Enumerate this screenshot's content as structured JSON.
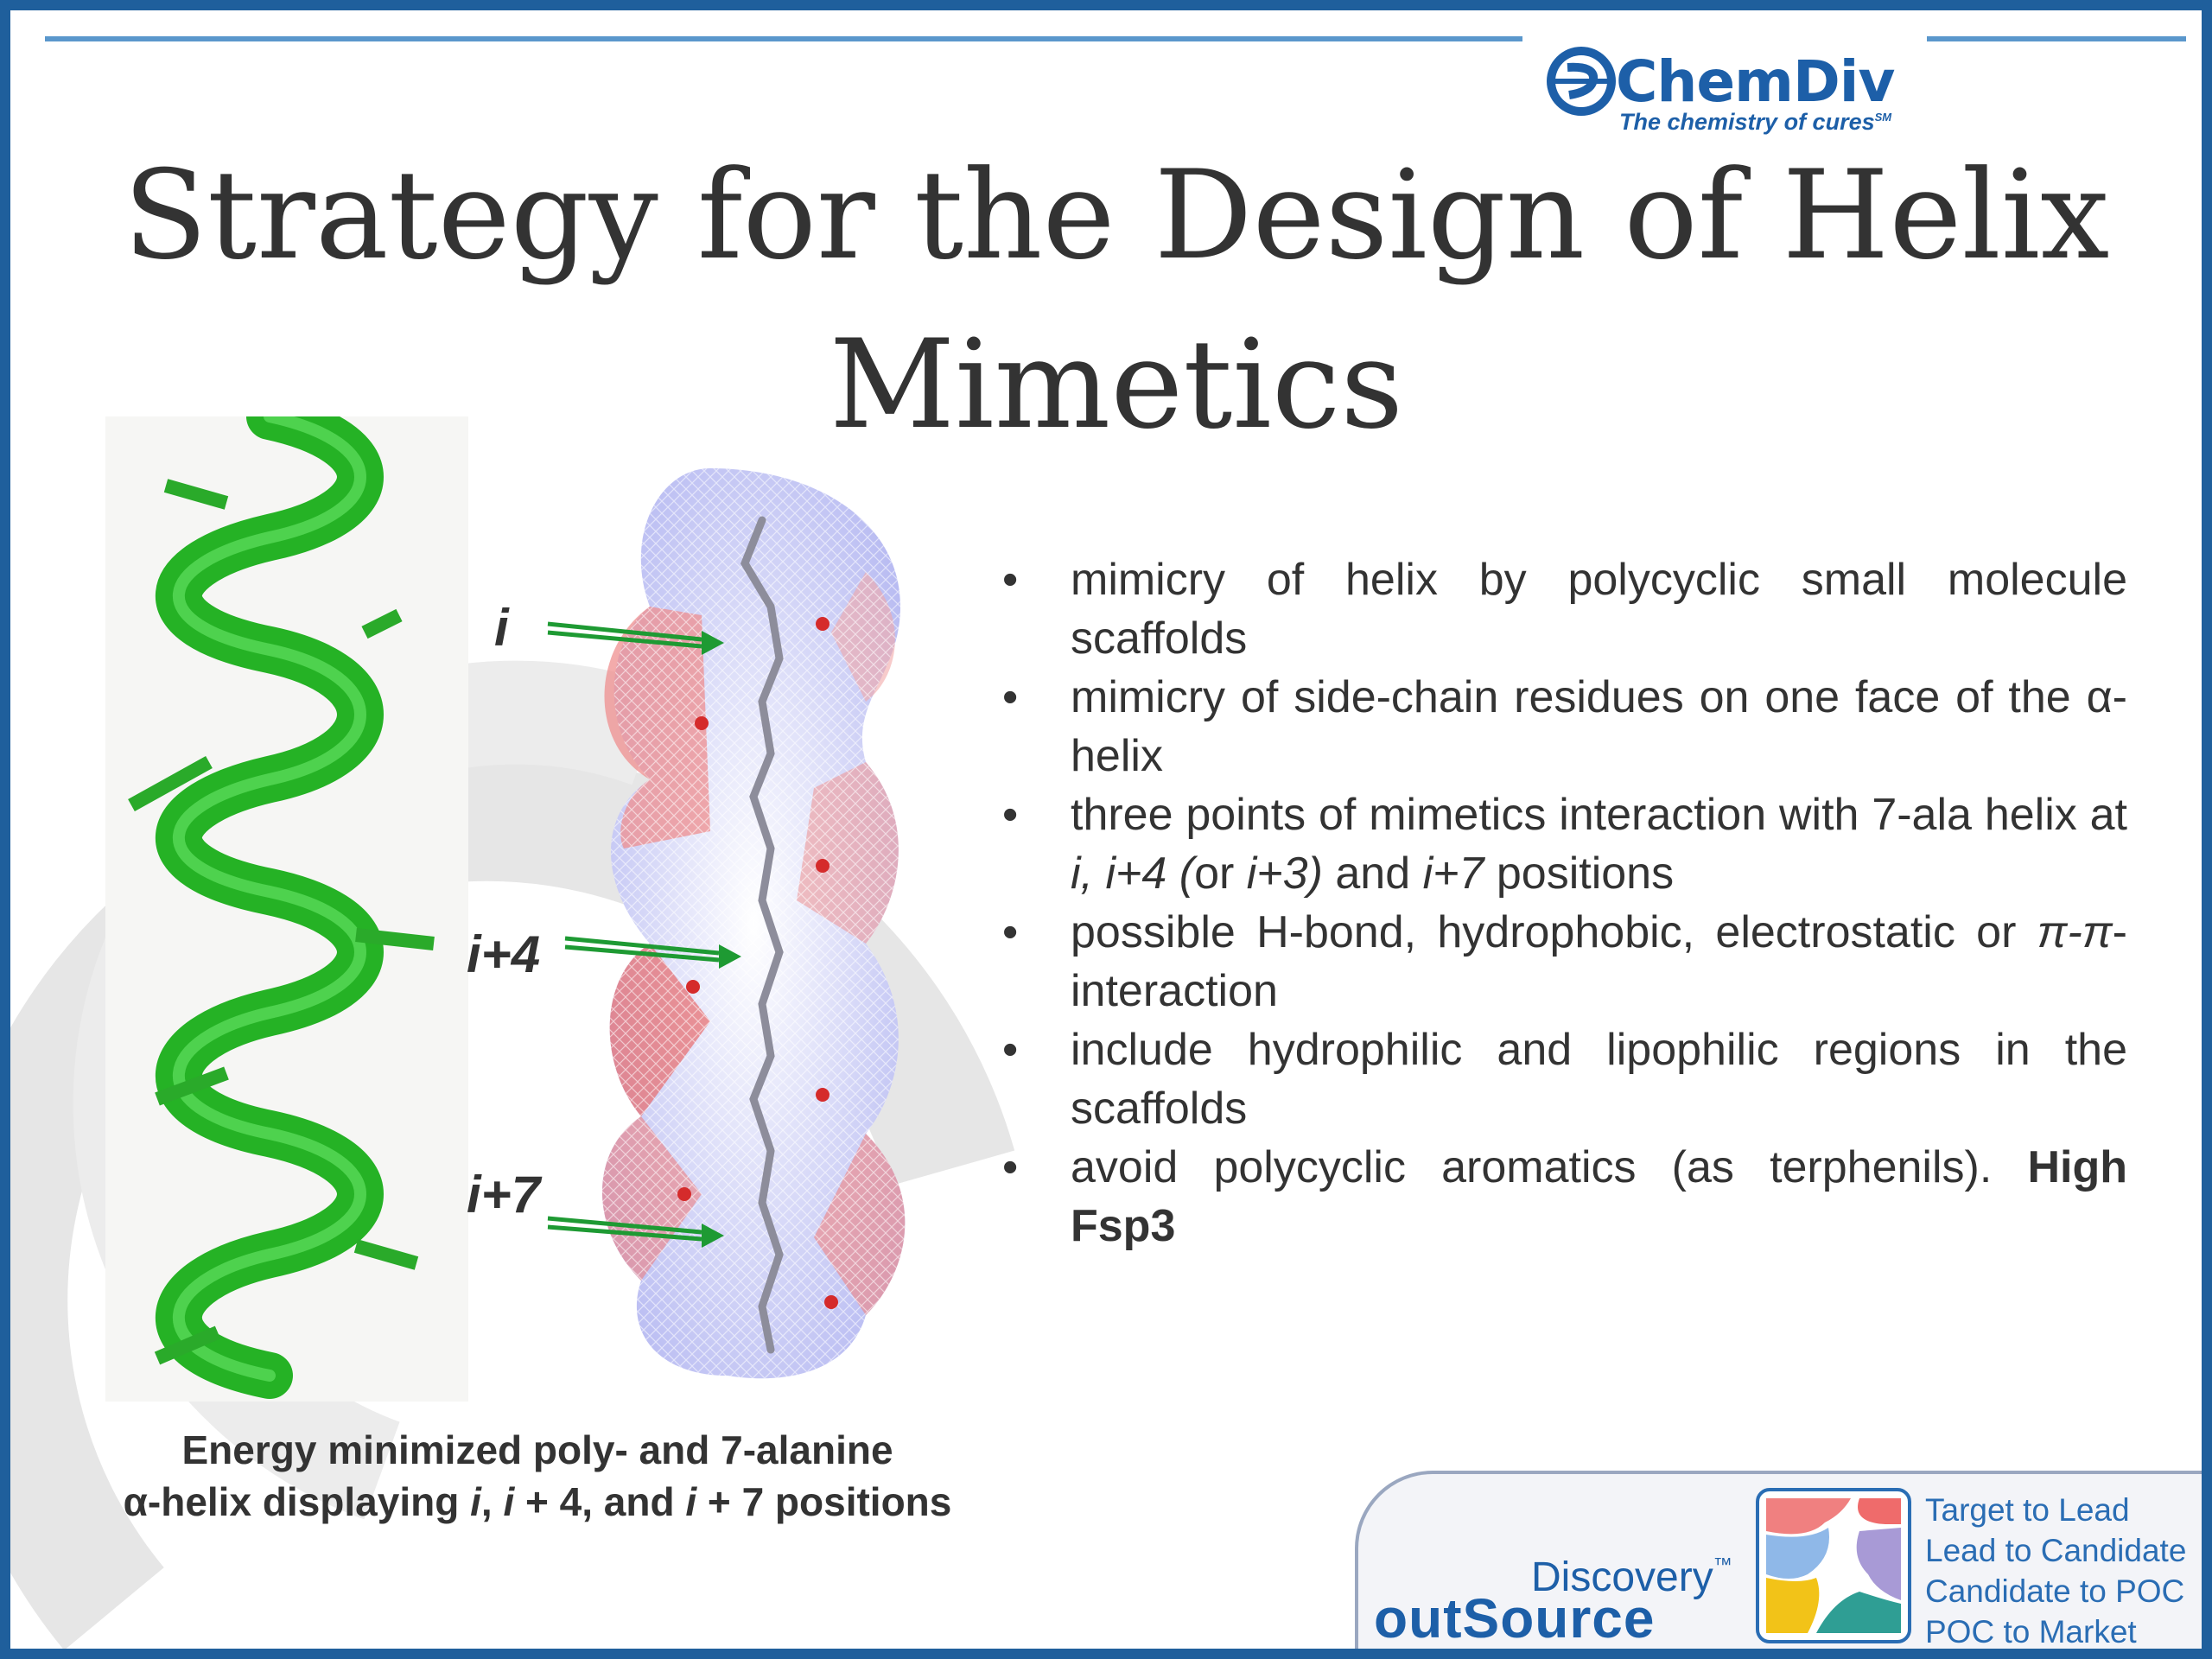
{
  "header": {
    "logo_name": "ChemDiv",
    "logo_tagline": "The chemistry of cures",
    "logo_tagline_mark": "SM"
  },
  "title": {
    "line1": "Strategy for the Design of Helix",
    "line2": "Mimetics"
  },
  "figure": {
    "labels": [
      "i",
      "i+4",
      "i+7"
    ],
    "caption_line1": "Energy minimized poly- and 7-alanine",
    "caption_line2_a": "α-helix displaying ",
    "caption_line2_i1": "i",
    "caption_line2_b": ", ",
    "caption_line2_i2": "i",
    "caption_line2_c": " + 4, and ",
    "caption_line2_i3": "i",
    "caption_line2_d": " + 7 positions",
    "colors": {
      "helix": "#2dbb2d",
      "arrow": "#1e9a33",
      "positive": "#e23a3a",
      "negative": "#7d80e0"
    }
  },
  "bullets": {
    "marker": "•",
    "b1": "mimicry of helix by polycyclic small molecule scaffolds",
    "b2": "mimicry of side-chain residues on one face of the α-helix",
    "b3_a": "three points of mimetics interaction with 7-ala helix at ",
    "b3_i1": "i, i+4 (",
    "b3_b": "or ",
    "b3_i2": "i+3)",
    "b3_c": " and ",
    "b3_i3": "i+7",
    "b3_d": " positions",
    "b4_a": "possible H-bond, hydrophobic, electrostatic or ",
    "b4_i": "π-π",
    "b4_b": "-interaction",
    "b5": "include hydrophilic and lipophilic regions in the scaffolds",
    "b6_a": "avoid polycyclic aromatics (as terphenils). ",
    "b6_bold": "High Fsp3"
  },
  "footer": {
    "discovery": "Discovery",
    "discovery_mark": "™",
    "outsource": "outSource",
    "steps": [
      "Target to Lead",
      "Lead to Candidate",
      "Candidate to POC",
      "POC to Market"
    ]
  },
  "colors": {
    "frame": "#1f5f9c",
    "brand_blue": "#1d5fa8",
    "text": "#333333"
  }
}
